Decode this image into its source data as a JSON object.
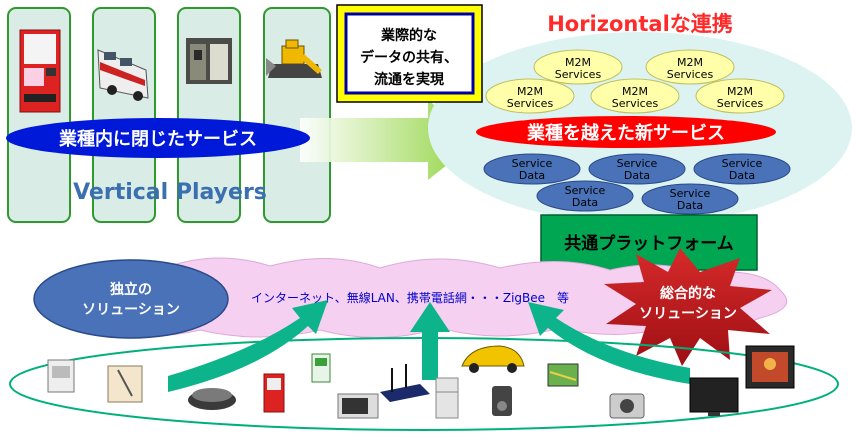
{
  "vertical": {
    "service_label": "業種内に閉じたサービス",
    "players_label": "Vertical Players"
  },
  "callout": {
    "line1": "業際的な",
    "line2": "データの共有、",
    "line3": "流通を実現"
  },
  "horizontal": {
    "title": "Horizontalな連携",
    "m2m_services": [
      {
        "line1": "M2M",
        "line2": "Services"
      },
      {
        "line1": "M2M",
        "line2": "Services"
      },
      {
        "line1": "M2M",
        "line2": "Services"
      },
      {
        "line1": "M2M",
        "line2": "Services"
      },
      {
        "line1": "M2M",
        "line2": "Services"
      }
    ],
    "new_service_label": "業種を越えた新サービス",
    "service_data": [
      {
        "line1": "Service",
        "line2": "Data"
      },
      {
        "line1": "Service",
        "line2": "Data"
      },
      {
        "line1": "Service",
        "line2": "Data"
      },
      {
        "line1": "Service",
        "line2": "Data"
      },
      {
        "line1": "Service",
        "line2": "Data"
      }
    ]
  },
  "platform_label": "共通プラットフォーム",
  "network": {
    "label": "インターネット、無線LAN、携帯電話網・・・ZigBee　等",
    "independent_line1": "独立の",
    "independent_line2": "ソリューション",
    "integrated_line1": "総合的な",
    "integrated_line2": "ソリューション"
  },
  "colors": {
    "panel_fill": "#d9ece6",
    "panel_border": "#2e9a2e",
    "callout_fill": "#ffff00",
    "cloud_fill": "#dcf3f2",
    "m2m_fill": "#ffffaa",
    "new_service_fill": "#ff0000",
    "service_data_fill": "#4a72b8",
    "platform_fill": "#00a651",
    "network_fill": "#f5d0f0",
    "starburst_fill": "#c0131a",
    "arrow_fill": "#0db38a",
    "title_red": "#ff2b2b",
    "vertical_blue": "#3a6fb0"
  }
}
